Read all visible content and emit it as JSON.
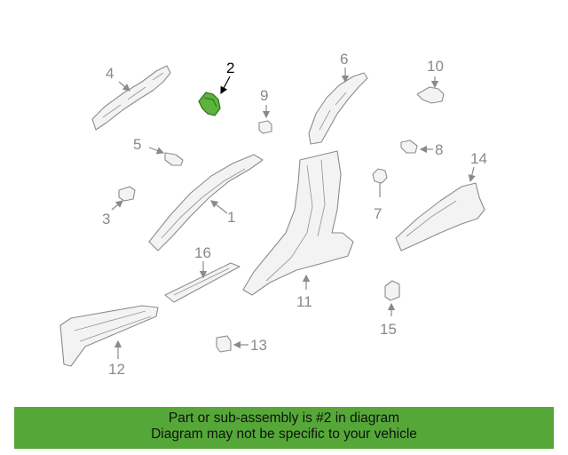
{
  "diagram": {
    "callouts": [
      "1",
      "2",
      "3",
      "4",
      "5",
      "6",
      "7",
      "8",
      "9",
      "10",
      "11",
      "12",
      "13",
      "14",
      "15",
      "16"
    ],
    "highlighted_part": "2",
    "highlight_color": "#5cb43c",
    "part_color": "#f3f3f3",
    "line_color": "#8a8a8a"
  },
  "banner": {
    "line1": "Part or sub-assembly is #2 in diagram",
    "line2": "Diagram may not be specific to your vehicle",
    "background": "#55a838"
  }
}
